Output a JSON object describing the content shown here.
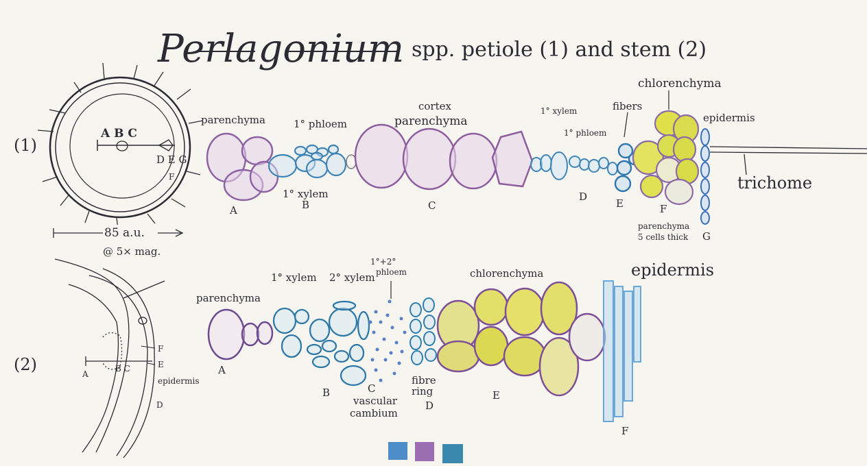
{
  "title": {
    "main": "Perlagonium",
    "sub": "spp. petiole (1) and stem (2)"
  },
  "overview1": {
    "number": "(1)",
    "letters_abc": "A B C",
    "letters_deg": "D E G",
    "letter_f": "F",
    "scale_text": "85 a.u.",
    "mag_text": "@ 5× mag."
  },
  "overview2": {
    "number": "(2)",
    "letter_a": "A",
    "letters_bc": "B C",
    "letter_e": "E",
    "letter_f": "F",
    "letter_d": "D",
    "epidermis": "epidermis"
  },
  "petiole_labels": {
    "parenchyma": "parenchyma",
    "phloem1": "1° phloem",
    "xylem1": "1° xylem",
    "cortex": "cortex",
    "cortex_parenchyma": "parenchyma",
    "xylem1_right": "1° xylem",
    "phloem1_right": "1° phloem",
    "fibers": "fibers",
    "chlorenchyma": "chlorenchyma",
    "epidermis": "epidermis",
    "trichome": "trichome",
    "parenchyma_note1": "parenchyma",
    "parenchyma_note2": "5 cells thick",
    "letter_a": "A",
    "letter_b": "B",
    "letter_c": "C",
    "letter_d": "D",
    "letter_e": "E",
    "letter_f": "F",
    "letter_g": "G"
  },
  "stem_labels": {
    "parenchyma": "parenchyma",
    "xylem1": "1° xylem",
    "xylem2": "2° xylem",
    "phloem12_a": "1°+2°",
    "phloem12_b": "phloem",
    "chlorenchyma": "chlorenchyma",
    "epidermis": "epidermis",
    "fibre": "fibre",
    "ring": "ring",
    "vascular": "vascular",
    "cambium": "cambium",
    "letter_a": "A",
    "letter_b": "B",
    "letter_c": "C",
    "letter_d": "D",
    "letter_e": "E",
    "letter_f": "F"
  },
  "colors": {
    "purple": "#9b6fae",
    "blue": "#4f8fc0",
    "teal": "#3c8fb0",
    "yellow": "#d8df48",
    "paper": "#f7f5f0"
  },
  "swatches": [
    "purple-blue",
    "purple",
    "teal-blue"
  ]
}
